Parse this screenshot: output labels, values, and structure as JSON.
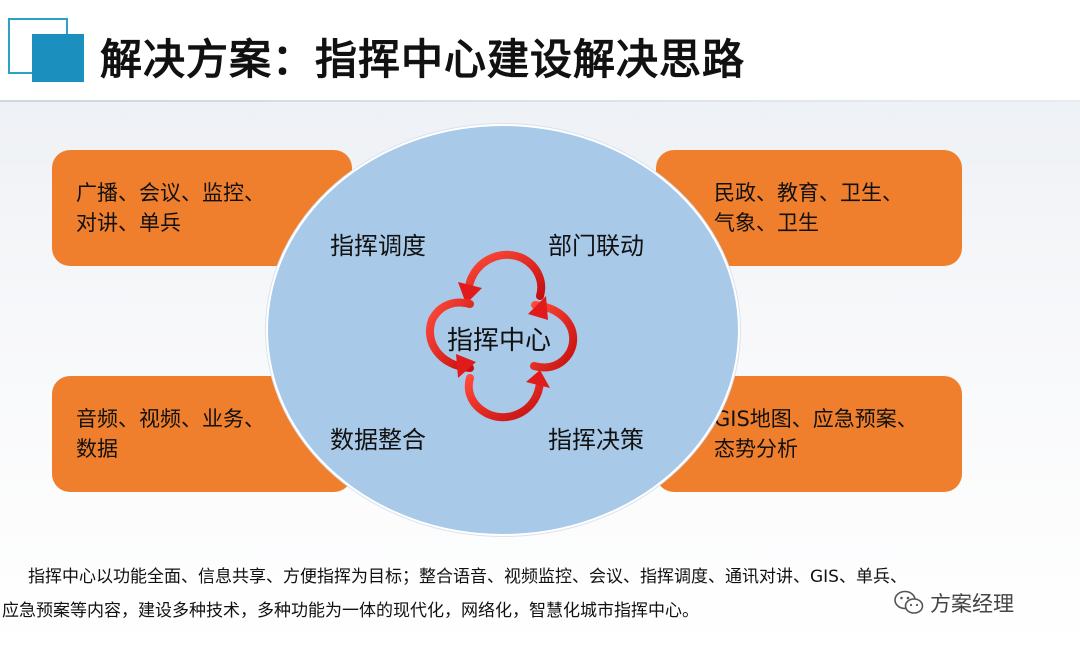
{
  "title": "解决方案：指挥中心建设解决思路",
  "boxes": {
    "top_left": {
      "line1": "广播、会议、监控、",
      "line2": "对讲、单兵"
    },
    "top_right": {
      "line1": "民政、教育、卫生、",
      "line2": "气象、卫生"
    },
    "bottom_left": {
      "line1": "音频、视频、业务、",
      "line2": "数据"
    },
    "bottom_right": {
      "line1": "GIS地图、应急预案、",
      "line2": "态势分析"
    }
  },
  "circle": {
    "top_left": "指挥调度",
    "top_right": "部门联动",
    "bottom_left": "数据整合",
    "bottom_right": "指挥决策",
    "center": "指挥中心"
  },
  "footer": {
    "line1": "指挥中心以功能全面、信息共享、方便指挥为目标；整合语音、视频监控、会议、指挥调度、通讯对讲、GIS、单兵、",
    "line2": "应急预案等内容，建设多种技术，多种功能为一体的现代化，网络化，智慧化城市指挥中心。"
  },
  "watermark": {
    "text": "方案经理",
    "icon": "wechat-icon"
  },
  "colors": {
    "accent_blue": "#1b8fbe",
    "box_orange": "#ef7f2c",
    "circle_blue": "#a9c9e8",
    "arrow_red": "#e11b1b"
  }
}
